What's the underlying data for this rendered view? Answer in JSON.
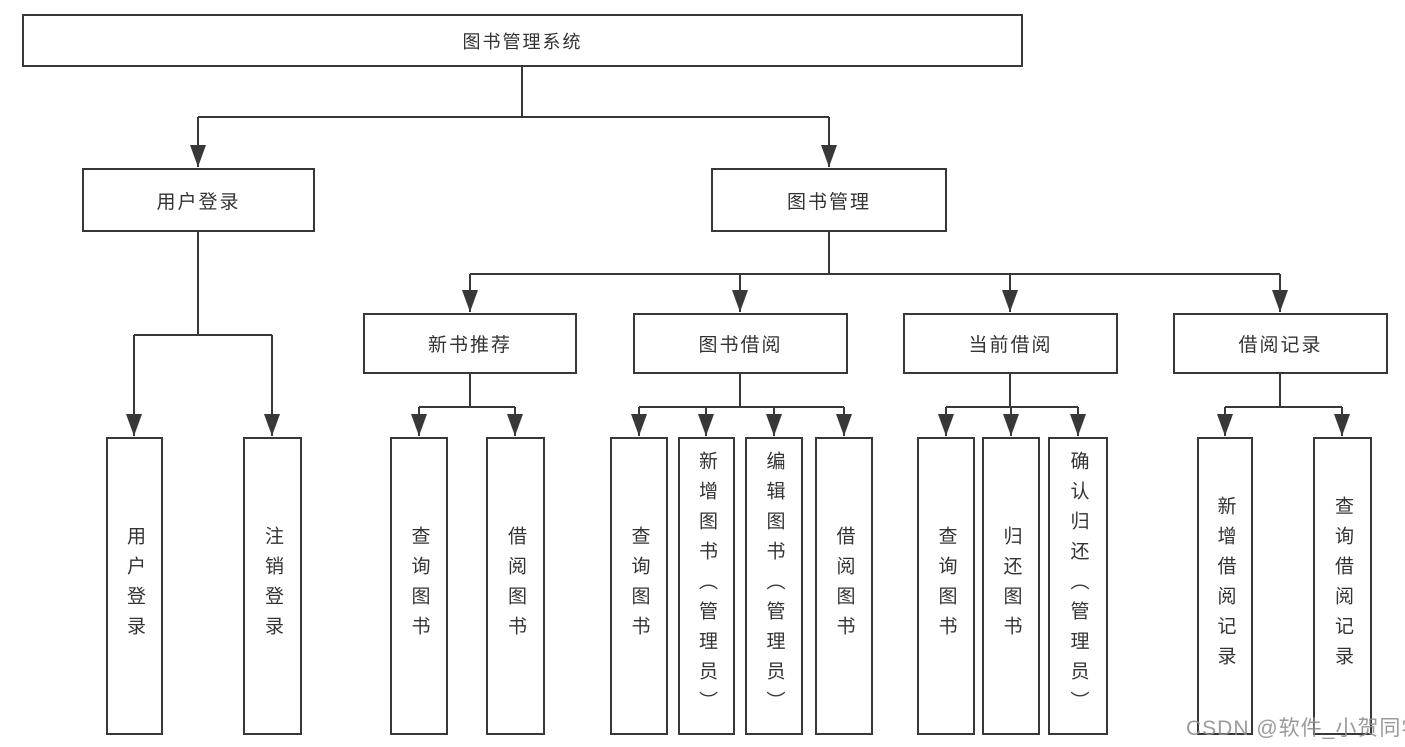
{
  "colors": {
    "line": "#383838",
    "text": "#333333",
    "watermark_color": "#909090",
    "background": "#ffffff"
  },
  "watermark": "CSDN @软件_小贺同学",
  "tree": {
    "label": "图书管理系统",
    "children": [
      {
        "label": "用户登录",
        "children": [
          {
            "label": "用户登录"
          },
          {
            "label": "注销登录"
          }
        ]
      },
      {
        "label": "图书管理",
        "children": [
          {
            "label": "新书推荐",
            "children": [
              {
                "label": "查询图书"
              },
              {
                "label": "借阅图书"
              }
            ]
          },
          {
            "label": "图书借阅",
            "children": [
              {
                "label": "查询图书"
              },
              {
                "label": "新增图书（管理员）"
              },
              {
                "label": "编辑图书（管理员）"
              },
              {
                "label": "借阅图书"
              }
            ]
          },
          {
            "label": "当前借阅",
            "children": [
              {
                "label": "查询图书"
              },
              {
                "label": "归还图书"
              },
              {
                "label": "确认归还（管理员）"
              }
            ]
          },
          {
            "label": "借阅记录",
            "children": [
              {
                "label": "新增借阅记录"
              },
              {
                "label": "查询借阅记录"
              }
            ]
          }
        ]
      }
    ]
  }
}
